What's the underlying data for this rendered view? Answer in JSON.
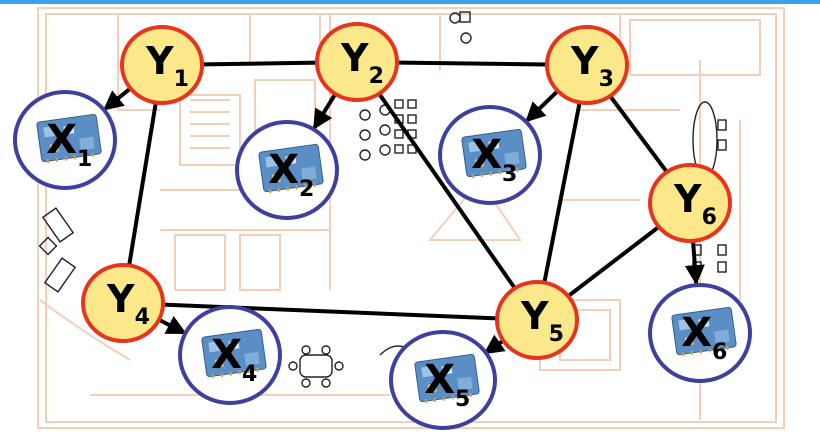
{
  "diagram": {
    "hidden_nodes": [
      {
        "id": "Y1",
        "letter": "Y",
        "sub": "1"
      },
      {
        "id": "Y2",
        "letter": "Y",
        "sub": "2"
      },
      {
        "id": "Y3",
        "letter": "Y",
        "sub": "3"
      },
      {
        "id": "Y4",
        "letter": "Y",
        "sub": "4"
      },
      {
        "id": "Y5",
        "letter": "Y",
        "sub": "5"
      },
      {
        "id": "Y6",
        "letter": "Y",
        "sub": "6"
      }
    ],
    "observed_nodes": [
      {
        "id": "X1",
        "letter": "X",
        "sub": "1",
        "icon": "sensor-board-icon"
      },
      {
        "id": "X2",
        "letter": "X",
        "sub": "2",
        "icon": "sensor-board-icon"
      },
      {
        "id": "X3",
        "letter": "X",
        "sub": "3",
        "icon": "sensor-board-icon"
      },
      {
        "id": "X4",
        "letter": "X",
        "sub": "4",
        "icon": "sensor-board-icon"
      },
      {
        "id": "X5",
        "letter": "X",
        "sub": "5",
        "icon": "sensor-board-icon"
      },
      {
        "id": "X6",
        "letter": "X",
        "sub": "6",
        "icon": "sensor-board-icon"
      }
    ],
    "undirected_edges": [
      [
        "Y1",
        "Y2"
      ],
      [
        "Y2",
        "Y3"
      ],
      [
        "Y1",
        "Y4"
      ],
      [
        "Y4",
        "Y5"
      ],
      [
        "Y2",
        "Y5"
      ],
      [
        "Y3",
        "Y5"
      ],
      [
        "Y3",
        "Y6"
      ],
      [
        "Y5",
        "Y6"
      ]
    ],
    "directed_edges": [
      [
        "Y1",
        "X1"
      ],
      [
        "Y2",
        "X2"
      ],
      [
        "Y3",
        "X3"
      ],
      [
        "Y4",
        "X4"
      ],
      [
        "Y5",
        "X5"
      ],
      [
        "Y6",
        "X6"
      ]
    ],
    "colors": {
      "hidden_fill": "#fbe88a",
      "hidden_stroke": "#e8341c",
      "observed_fill": "#ffffff",
      "observed_stroke": "#3f3fa0",
      "edge": "#000000",
      "floorplan": "#f2c7ad",
      "board": "#5b8ec4",
      "topbar": "#3aa0e8"
    }
  }
}
